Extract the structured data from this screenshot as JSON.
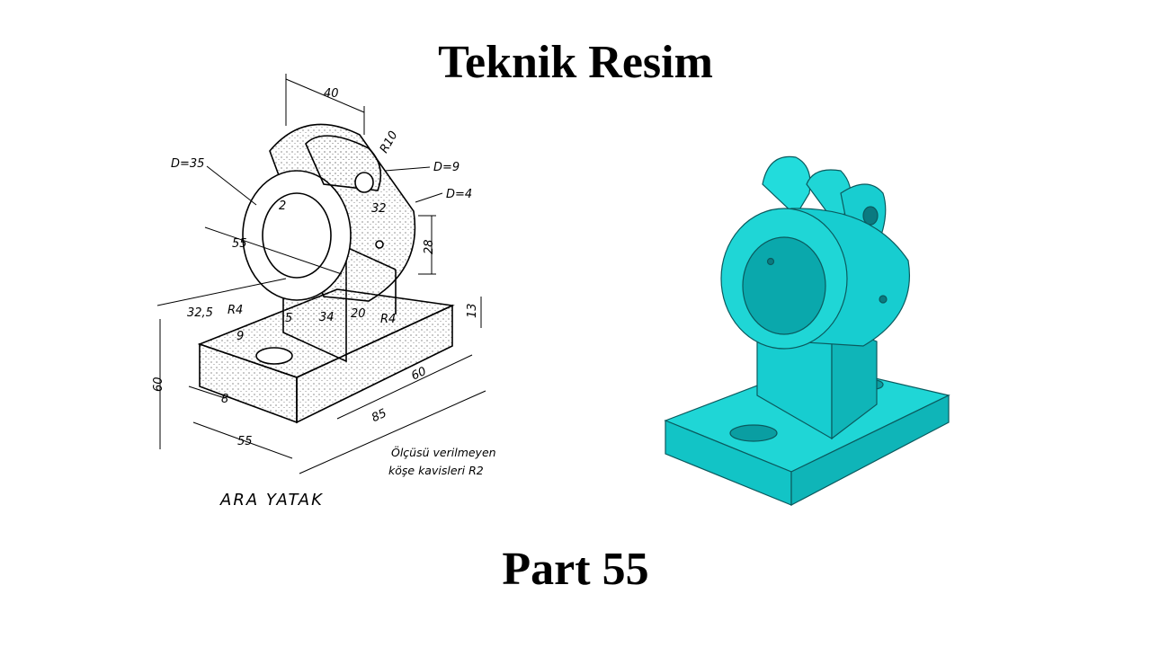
{
  "title": "Teknik Resim",
  "part": "Part 55",
  "drawing": {
    "caption": "ARA YATAK",
    "note_line1": "Ölçüsü verilmeyen",
    "note_line2": "köşe kavisleri R2",
    "dims": {
      "d40": "40",
      "r10": "R10",
      "d35": "D=35",
      "d9": "D=9",
      "d4": "D=4",
      "d2": "2",
      "d32": "32",
      "d55a": "55",
      "d28": "28",
      "d32_5": "32,5",
      "r4a": "R4",
      "d5": "5",
      "d34": "34",
      "d20": "20",
      "r4b": "R4",
      "d13": "13",
      "d9b": "9",
      "d60a": "60",
      "d8": "8",
      "d60b": "60",
      "d85": "85",
      "d55b": "55"
    }
  },
  "colors": {
    "model": "#1fd6d6",
    "model_dark": "#0aa8ac",
    "ink": "#000000"
  }
}
